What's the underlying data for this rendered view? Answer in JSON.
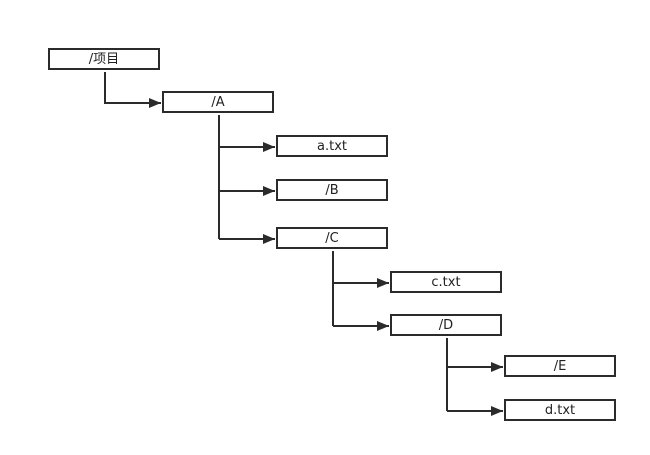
{
  "colors": {
    "line": "#2b2b2b",
    "box_border": "#2b2b2b",
    "box_fill": "#ffffff",
    "text": "#222222",
    "background": "#ffffff"
  },
  "tree": {
    "root": {
      "label": "/项目"
    },
    "a": {
      "label": "/A"
    },
    "a_txt": {
      "label": "a.txt"
    },
    "b": {
      "label": "/B"
    },
    "c": {
      "label": "/C"
    },
    "c_txt": {
      "label": "c.txt"
    },
    "d": {
      "label": "/D"
    },
    "e": {
      "label": "/E"
    },
    "d_txt": {
      "label": "d.txt"
    }
  }
}
